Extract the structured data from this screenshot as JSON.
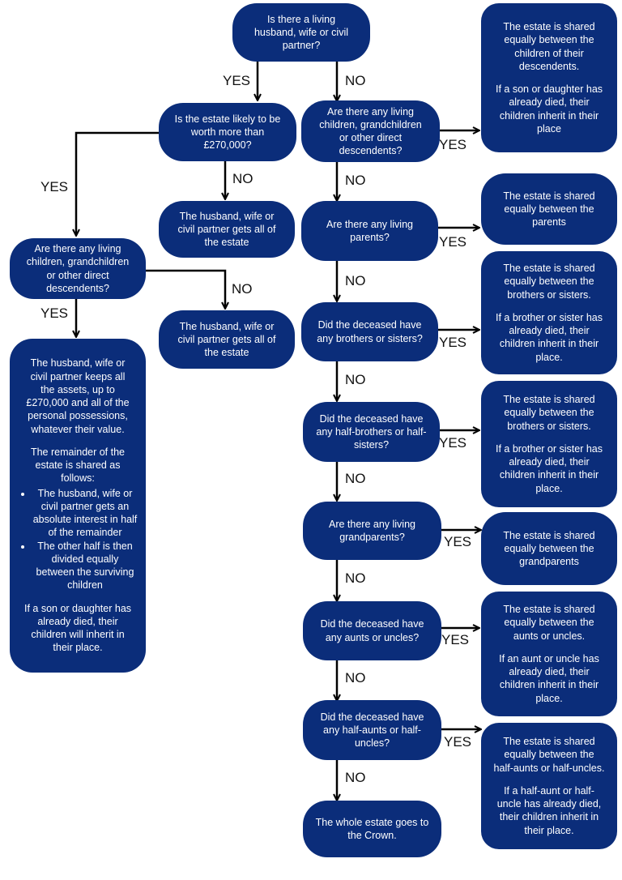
{
  "nodes": {
    "q_spouse": [
      "Is there a living",
      "husband, wife or civil",
      "partner?"
    ],
    "q_estate_value": [
      "Is the estate likely to be",
      "worth more than",
      "£270,000?"
    ],
    "a_spouse_all_1": [
      "The husband, wife or",
      "civil partner gets all of",
      "the estate"
    ],
    "q_children_left": [
      "Are there any living",
      "children, grandchildren",
      "or other direct",
      "descendents?"
    ],
    "a_spouse_all_2": [
      "The husband, wife or",
      "civil partner gets all of",
      "the estate"
    ],
    "a_spouse_split": {
      "para1": [
        "The husband, wife or",
        "civil partner keeps all",
        "the assets, up to",
        "£270,000 and all of the",
        "personal possessions,",
        "whatever their value."
      ],
      "para2": [
        "The remainder of the",
        "estate is shared as",
        "follows:"
      ],
      "bullets": [
        "The husband, wife or civil partner gets an absolute interest in half of the remainder",
        "The other half is then divided equally between the surviving children"
      ],
      "para3": [
        "If a son or daughter has",
        "already died, their",
        "children will inherit in",
        "their place."
      ]
    },
    "q_children_right": [
      "Are there any living",
      "children, grandchildren",
      "or other direct",
      "descendents?"
    ],
    "a_children": {
      "para1": [
        "The estate is shared",
        "equally between the",
        "children of their",
        "descendents."
      ],
      "para2": [
        "If a son or daughter has",
        "already died, their",
        "children inherit in their",
        "place"
      ]
    },
    "q_parents": [
      "Are there any living",
      "parents?"
    ],
    "a_parents": [
      "The estate is shared",
      "equally between the",
      "parents"
    ],
    "q_siblings": [
      "Did the deceased have",
      "any brothers or sisters?"
    ],
    "a_siblings": {
      "para1": [
        "The estate is shared",
        "equally between the",
        "brothers or sisters."
      ],
      "para2": [
        "If a brother or sister has",
        "already died, their",
        "children inherit in their",
        "place."
      ]
    },
    "q_half_siblings": [
      "Did the deceased have",
      "any half-brothers or half-",
      "sisters?"
    ],
    "a_half_siblings": {
      "para1": [
        "The estate is shared",
        "equally between the",
        "brothers or sisters."
      ],
      "para2": [
        "If a brother or sister has",
        "already died, their",
        "children inherit in their",
        "place."
      ]
    },
    "q_grandparents": [
      "Are there any living",
      "grandparents?"
    ],
    "a_grandparents": [
      "The estate is shared",
      "equally between the",
      "grandparents"
    ],
    "q_aunts": [
      "Did the deceased have",
      "any aunts or uncles?"
    ],
    "a_aunts": {
      "para1": [
        "The estate is shared",
        "equally between the",
        "aunts or uncles."
      ],
      "para2": [
        "If an aunt or uncle has",
        "already died, their",
        "children inherit in their",
        "place."
      ]
    },
    "q_half_aunts": [
      "Did the deceased have",
      "any half-aunts or half-",
      "uncles?"
    ],
    "a_half_aunts": {
      "para1": [
        "The estate is shared",
        "equally between the",
        "half-aunts or half-uncles."
      ],
      "para2": [
        "If a half-aunt or half-",
        "uncle has already died,",
        "their children inherit in",
        "their place."
      ]
    },
    "a_crown": [
      "The whole estate goes to",
      "the Crown."
    ]
  },
  "labels": {
    "yes": "YES",
    "no": "NO"
  },
  "colors": {
    "node_fill": "#0b2d7a",
    "node_text": "#ffffff",
    "arrow": "#000000"
  }
}
